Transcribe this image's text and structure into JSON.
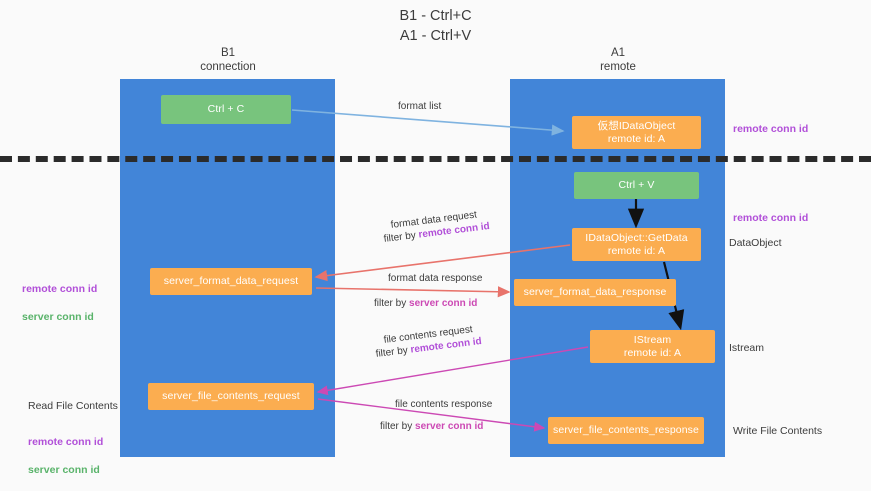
{
  "title": "B1 - Ctrl+C\nA1 - Ctrl+V",
  "lanes": [
    {
      "id": "b1",
      "header": "B1\nconnection",
      "color": "#4285d8"
    },
    {
      "id": "a1",
      "header": "A1\nremote",
      "color": "#4285d8"
    }
  ],
  "nodes": {
    "ctrl_c": "Ctrl + C",
    "idataobject": "仮想IDataObject\nremote id: A",
    "ctrl_v": "Ctrl + V",
    "getdata": "IDataObject::GetData\nremote id: A",
    "server_format_data_request": "server_format_data_request",
    "server_format_data_response": "server_format_data_response",
    "istream": "IStream\nremote id: A",
    "server_file_contents_request": "server_file_contents_request",
    "server_file_contents_response": "server_file_contents_response"
  },
  "edges": {
    "format_list": "format list",
    "format_data_request": "format data request",
    "format_data_request_filter_prefix": "filter by ",
    "format_data_request_filter_key": "remote conn id",
    "format_data_response": "format data response",
    "format_data_response_filter_prefix": "filter by ",
    "format_data_response_filter_key": "server conn id",
    "file_contents_request": "file contents request",
    "file_contents_request_filter_prefix": "filter by ",
    "file_contents_request_filter_key": "remote conn id",
    "file_contents_response": "file contents response",
    "file_contents_response_filter_prefix": "filter by ",
    "file_contents_response_filter_key": "server conn id"
  },
  "side_labels": {
    "left_top_remote": "remote conn id",
    "left_top_server": "server conn id",
    "left_read": "Read File Contents",
    "left_bottom_remote": "remote conn id",
    "left_bottom_server": "server conn id",
    "right_remote_1": "remote conn id",
    "right_remote_2": "remote conn id",
    "right_dataobject": "DataObject",
    "right_istream": "Istream",
    "right_write": "Write File Contents"
  },
  "colors": {
    "lane": "#4285d8",
    "node_orange": "#fbad50",
    "node_green": "#78c47d",
    "remote_conn_id": "#b14fd8",
    "server_conn_id": "#59b36a",
    "arrow_blue": "#7fb3e0",
    "arrow_red": "#e8736b",
    "arrow_magenta": "#cc49b4",
    "arrow_black": "#111111",
    "divider": "#2b2b2b"
  }
}
